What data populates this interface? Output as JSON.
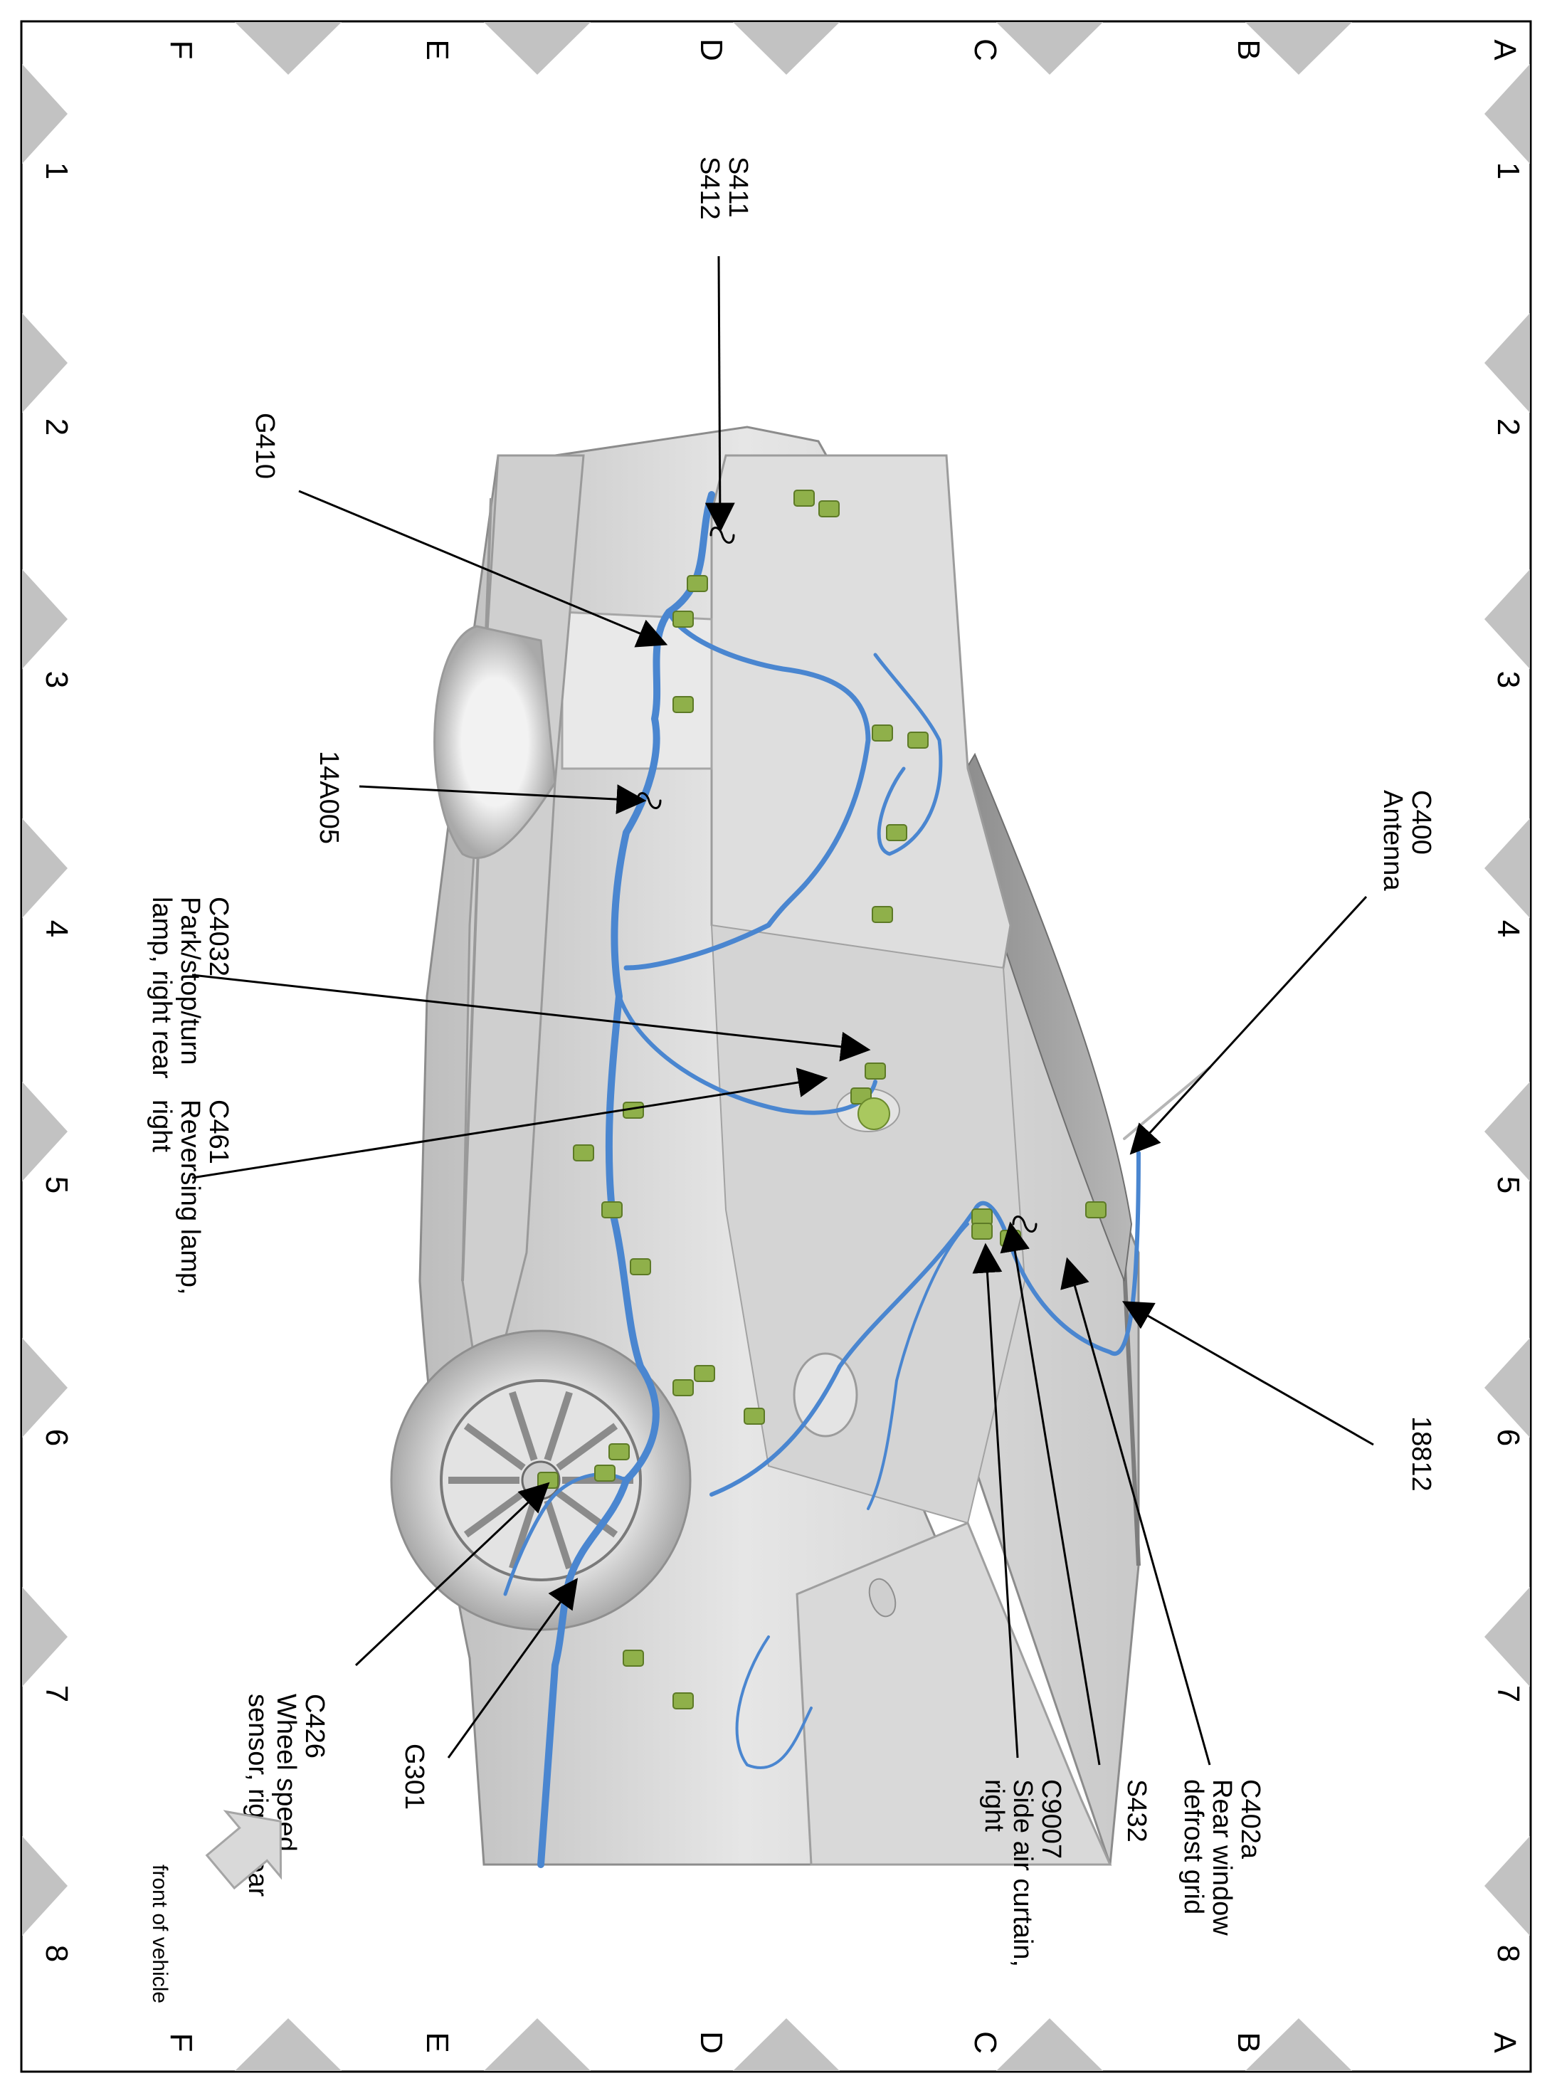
{
  "grid": {
    "columns": [
      "1",
      "2",
      "3",
      "4",
      "5",
      "6",
      "7",
      "8"
    ],
    "rows": [
      "A",
      "B",
      "C",
      "D",
      "E",
      "F"
    ]
  },
  "callouts": [
    {
      "id": "s411-s412",
      "lines": [
        "S411",
        "S412"
      ]
    },
    {
      "id": "g410",
      "lines": [
        "G410"
      ]
    },
    {
      "id": "14a005",
      "lines": [
        "14A005"
      ]
    },
    {
      "id": "c4032",
      "lines": [
        "C4032",
        "Park/stop/turn",
        "lamp, right rear"
      ]
    },
    {
      "id": "c461",
      "lines": [
        "C461",
        "Reversing lamp,",
        "right"
      ]
    },
    {
      "id": "c426",
      "lines": [
        "C426",
        "Wheel speed",
        "sensor, right rear"
      ]
    },
    {
      "id": "g301",
      "lines": [
        "G301"
      ]
    },
    {
      "id": "c400",
      "lines": [
        "C400",
        "Antenna"
      ]
    },
    {
      "id": "18812",
      "lines": [
        "18812"
      ]
    },
    {
      "id": "c402a",
      "lines": [
        "C402a",
        "Rear window",
        "defrost grid"
      ]
    },
    {
      "id": "s432",
      "lines": [
        "S432"
      ]
    },
    {
      "id": "c9007",
      "lines": [
        "C9007",
        "Side air curtain,",
        "right"
      ]
    }
  ],
  "orientation_label": "front of vehicle",
  "colors": {
    "harness": "#4a86d0",
    "connector": "#8fb04a",
    "body": "#d8d8d8",
    "frame_triangle": "#c2c2c2",
    "leader": "#000000"
  }
}
